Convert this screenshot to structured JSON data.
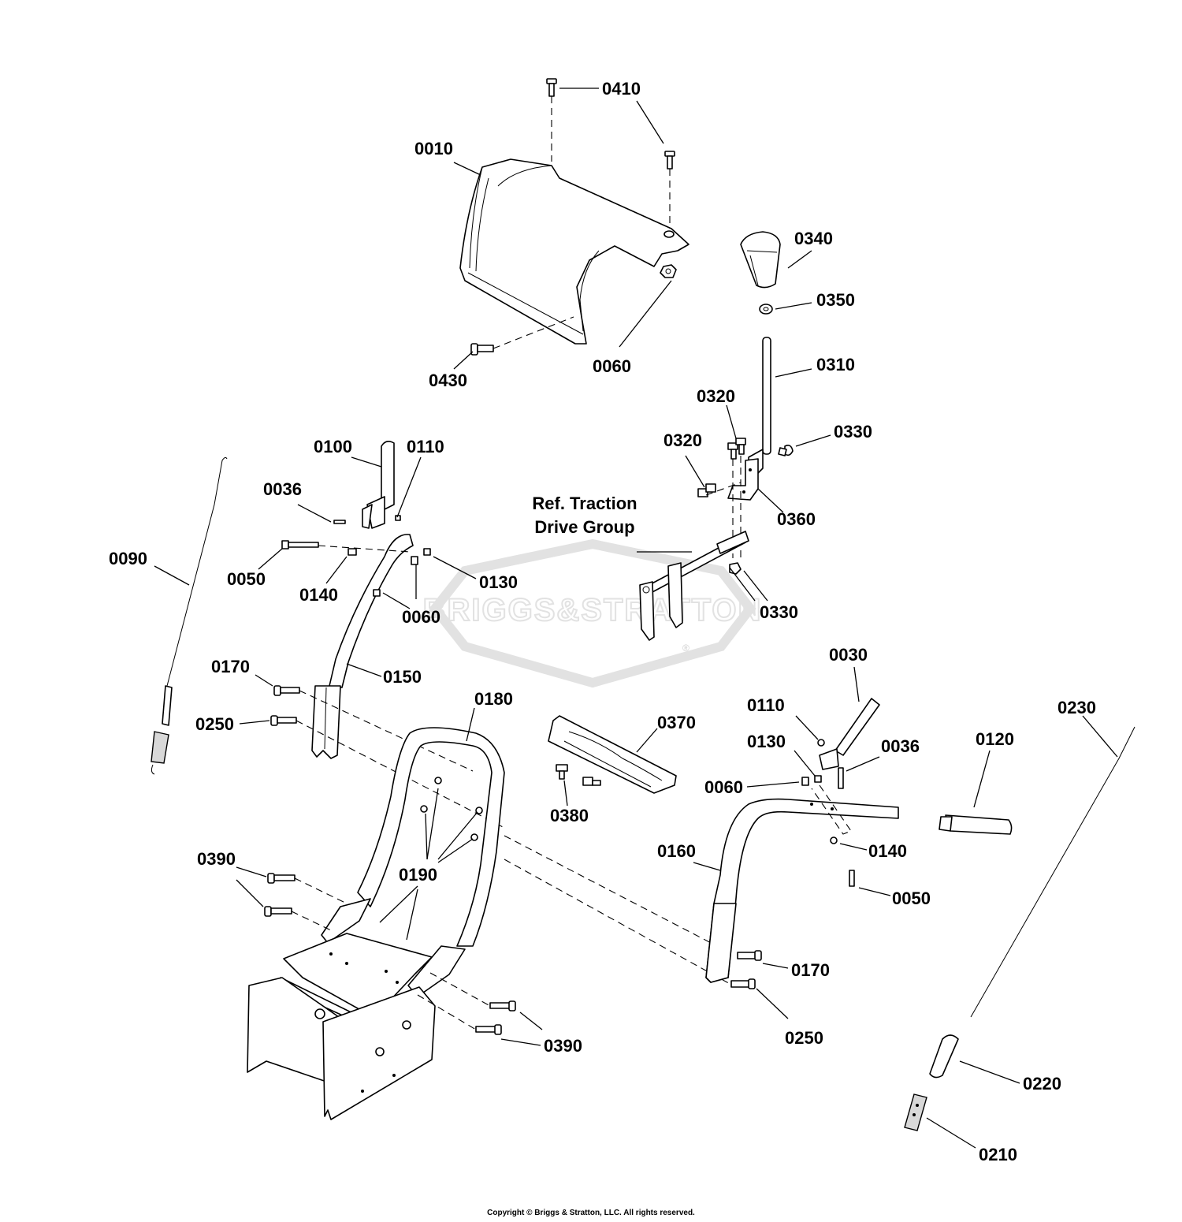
{
  "callouts": [
    {
      "id": "0410",
      "label": "0410"
    },
    {
      "id": "0010",
      "label": "0010"
    },
    {
      "id": "0340",
      "label": "0340"
    },
    {
      "id": "0350",
      "label": "0350"
    },
    {
      "id": "0310",
      "label": "0310"
    },
    {
      "id": "0060a",
      "label": "0060"
    },
    {
      "id": "0430",
      "label": "0430"
    },
    {
      "id": "0320a",
      "label": "0320"
    },
    {
      "id": "0320b",
      "label": "0320"
    },
    {
      "id": "0330a",
      "label": "0330"
    },
    {
      "id": "0360",
      "label": "0360"
    },
    {
      "id": "0330b",
      "label": "0330"
    },
    {
      "id": "0100",
      "label": "0100"
    },
    {
      "id": "0110a",
      "label": "0110"
    },
    {
      "id": "0036a",
      "label": "0036"
    },
    {
      "id": "0090",
      "label": "0090"
    },
    {
      "id": "0050a",
      "label": "0050"
    },
    {
      "id": "0140a",
      "label": "0140"
    },
    {
      "id": "0130a",
      "label": "0130"
    },
    {
      "id": "0060b",
      "label": "0060"
    },
    {
      "id": "0150",
      "label": "0150"
    },
    {
      "id": "0170a",
      "label": "0170"
    },
    {
      "id": "0250a",
      "label": "0250"
    },
    {
      "id": "0180",
      "label": "0180"
    },
    {
      "id": "0370",
      "label": "0370"
    },
    {
      "id": "0380",
      "label": "0380"
    },
    {
      "id": "0030",
      "label": "0030"
    },
    {
      "id": "0110b",
      "label": "0110"
    },
    {
      "id": "0130b",
      "label": "0130"
    },
    {
      "id": "0036b",
      "label": "0036"
    },
    {
      "id": "0060c",
      "label": "0060"
    },
    {
      "id": "0120",
      "label": "0120"
    },
    {
      "id": "0230",
      "label": "0230"
    },
    {
      "id": "0160",
      "label": "0160"
    },
    {
      "id": "0140b",
      "label": "0140"
    },
    {
      "id": "0050b",
      "label": "0050"
    },
    {
      "id": "0390a",
      "label": "0390"
    },
    {
      "id": "0190",
      "label": "0190"
    },
    {
      "id": "0170b",
      "label": "0170"
    },
    {
      "id": "0250b",
      "label": "0250"
    },
    {
      "id": "0390b",
      "label": "0390"
    },
    {
      "id": "0220",
      "label": "0220"
    },
    {
      "id": "0210",
      "label": "0210"
    }
  ],
  "reference_label": {
    "line1": "Ref. Traction",
    "line2": "Drive Group"
  },
  "watermark": {
    "text": "BRIGGS&STRATTON",
    "registered": "®"
  },
  "copyright": "Copyright © Briggs & Stratton, LLC. All rights reserved.",
  "colors": {
    "ink": "#000000",
    "watermark": "#e2e2e2",
    "paper": "#ffffff"
  }
}
